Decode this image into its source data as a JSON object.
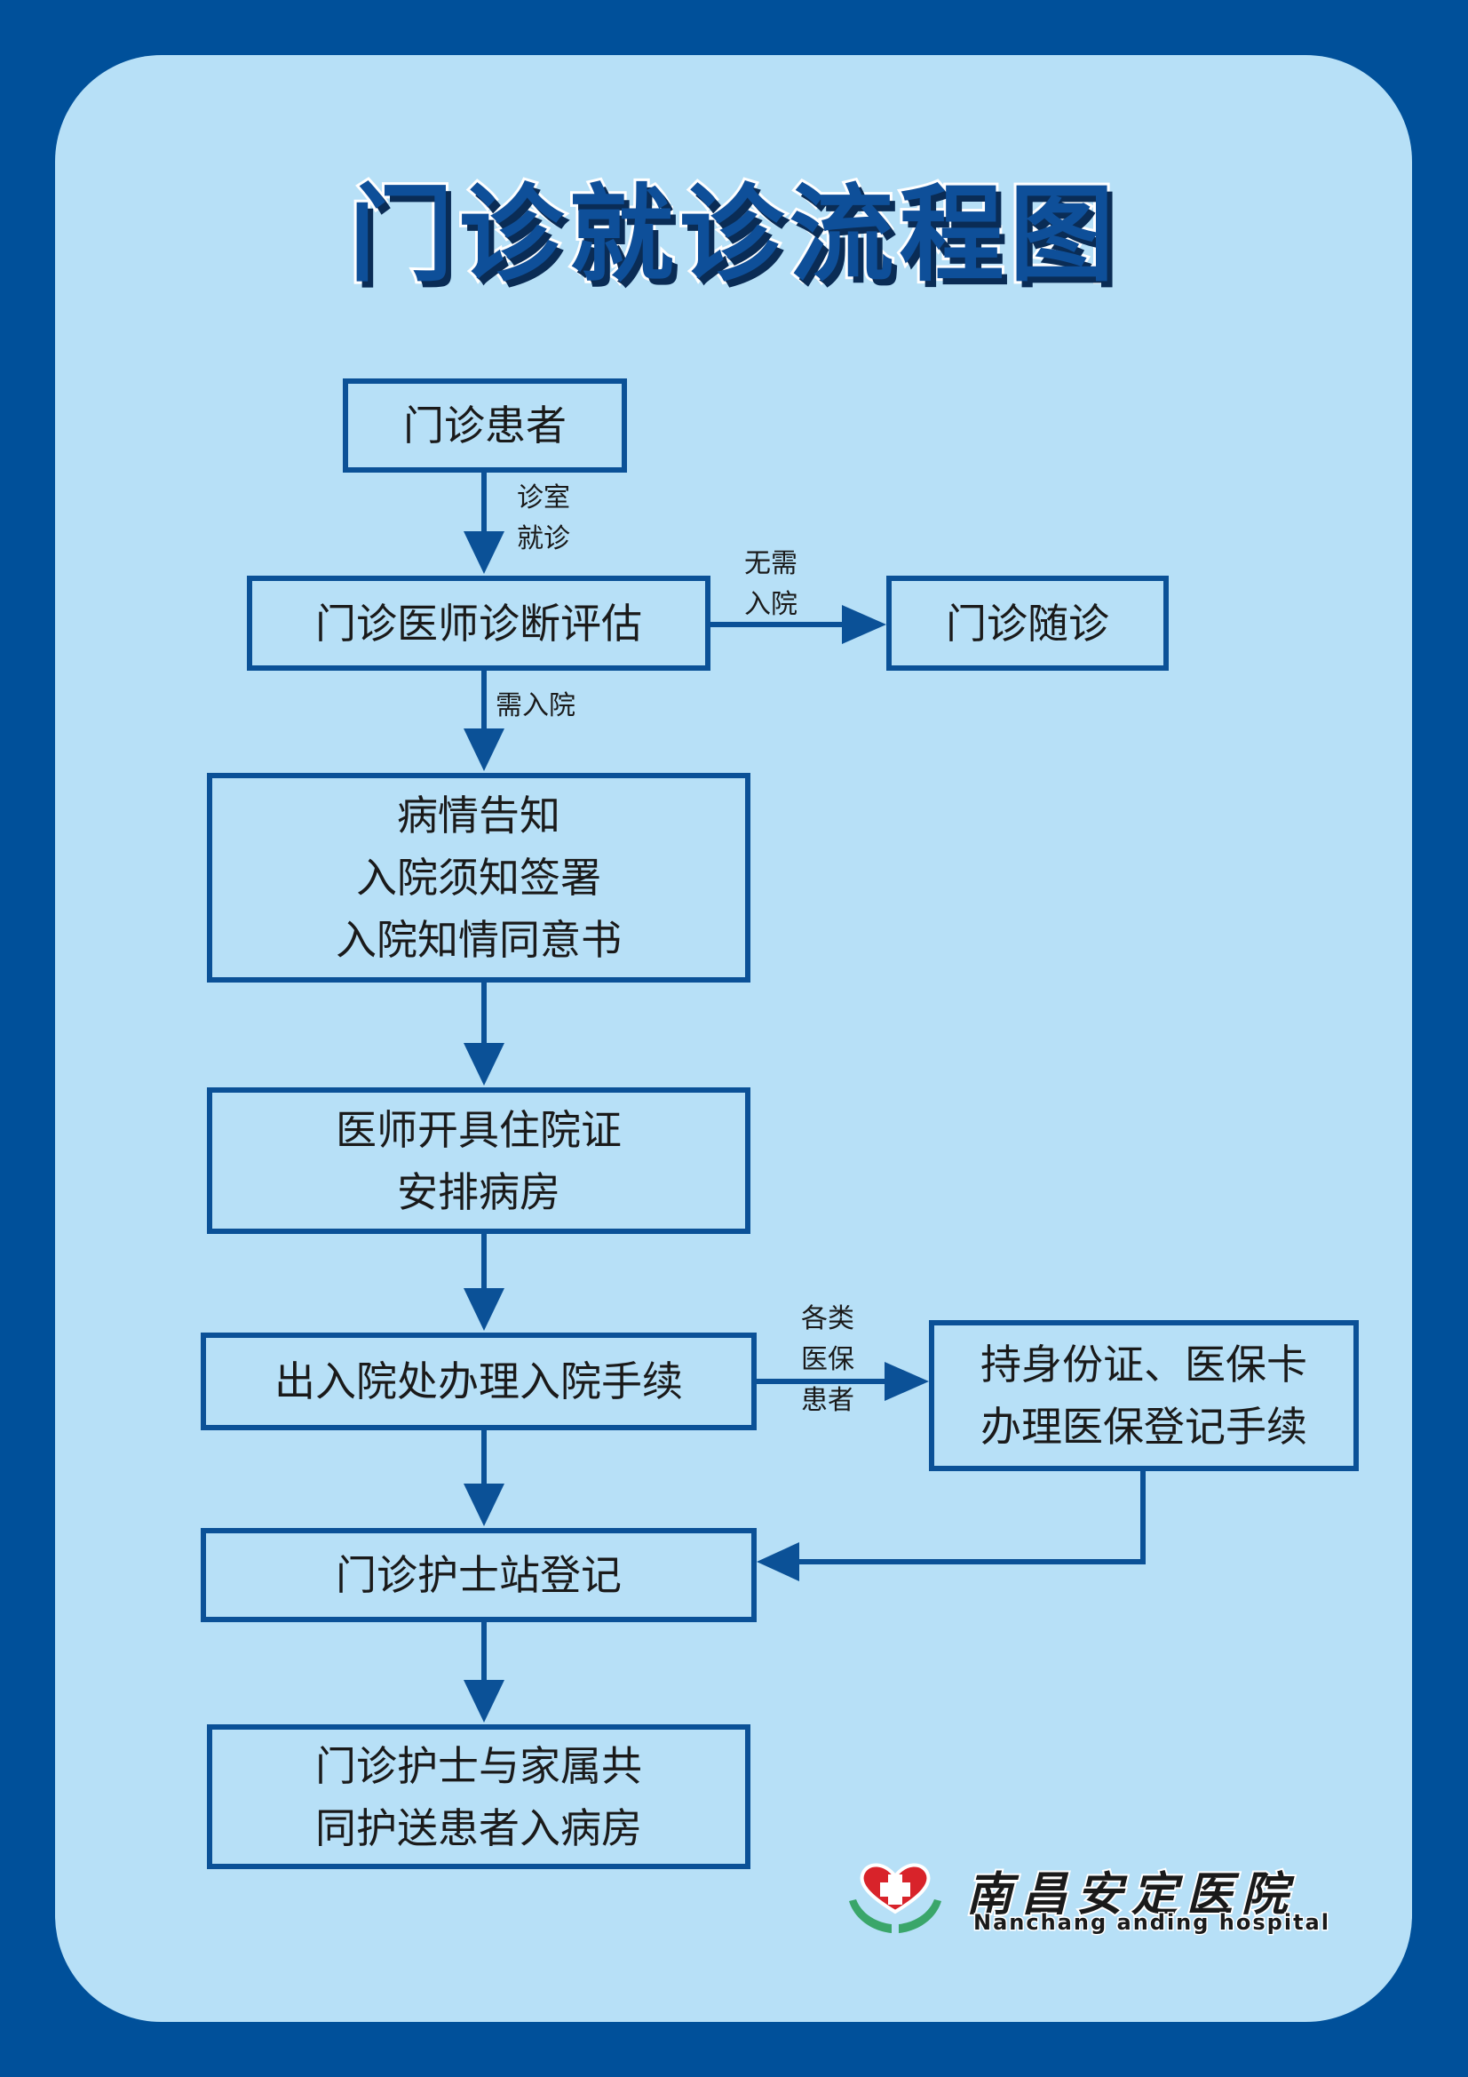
{
  "title": "门诊就诊流程图",
  "nodes": {
    "patient": "门诊患者",
    "assessment": "门诊医师诊断评估",
    "followup": "门诊随诊",
    "notice": [
      "病情告知",
      "入院须知签署",
      "入院知情同意书"
    ],
    "certificate": [
      "医师开具住院证",
      "安排病房"
    ],
    "admission": "出入院处办理入院手续",
    "insurance": [
      "持身份证、医保卡",
      "办理医保登记手续"
    ],
    "nurse_station": "门诊护士站登记",
    "escort": [
      "门诊护士与家属共",
      "同护送患者入病房"
    ]
  },
  "edges": {
    "to_assessment": [
      "诊室",
      "就诊"
    ],
    "no_admission": [
      "无需",
      "入院"
    ],
    "need_admission": "需入院",
    "insured": [
      "各类",
      "医保",
      "患者"
    ]
  },
  "logo": {
    "name_cn": "南昌安定医院",
    "name_en": "Nanchang anding hospital"
  },
  "colors": {
    "frame": "#00509a",
    "panel": "#b7e0f7",
    "line": "#0b5197"
  }
}
